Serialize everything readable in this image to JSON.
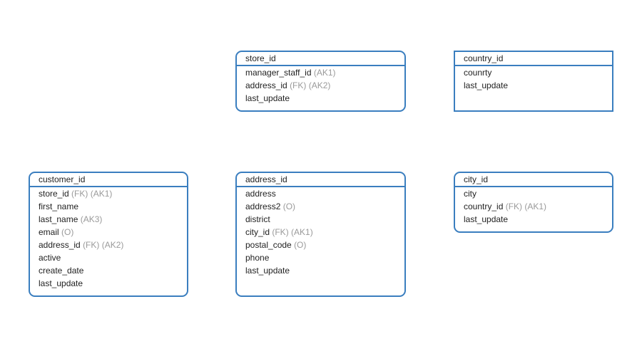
{
  "entities": [
    {
      "key": "store",
      "header": "store_id",
      "attributes": [
        {
          "name": "manager_staff_id",
          "tags": "(AK1)"
        },
        {
          "name": "address_id",
          "tags": "(FK) (AK2)"
        },
        {
          "name": "last_update",
          "tags": ""
        }
      ]
    },
    {
      "key": "country",
      "header": "country_id",
      "attributes": [
        {
          "name": "counrty",
          "tags": ""
        },
        {
          "name": "last_update",
          "tags": ""
        }
      ]
    },
    {
      "key": "customer",
      "header": "customer_id",
      "attributes": [
        {
          "name": "store_id",
          "tags": "(FK) (AK1)"
        },
        {
          "name": "first_name",
          "tags": ""
        },
        {
          "name": "last_name",
          "tags": "(AK3)"
        },
        {
          "name": "email",
          "tags": "(O)"
        },
        {
          "name": "address_id",
          "tags": "(FK) (AK2)"
        },
        {
          "name": "active",
          "tags": ""
        },
        {
          "name": "create_date",
          "tags": ""
        },
        {
          "name": "last_update",
          "tags": ""
        }
      ]
    },
    {
      "key": "address",
      "header": "address_id",
      "attributes": [
        {
          "name": "address",
          "tags": ""
        },
        {
          "name": "address2",
          "tags": "(O)"
        },
        {
          "name": "district",
          "tags": ""
        },
        {
          "name": "city_id",
          "tags": "(FK) (AK1)"
        },
        {
          "name": "postal_code",
          "tags": "(O)"
        },
        {
          "name": "phone",
          "tags": ""
        },
        {
          "name": "last_update",
          "tags": ""
        }
      ]
    },
    {
      "key": "city",
      "header": "city_id",
      "attributes": [
        {
          "name": "city",
          "tags": ""
        },
        {
          "name": "country_id",
          "tags": "(FK) (AK1)"
        },
        {
          "name": "last_update",
          "tags": ""
        }
      ]
    }
  ]
}
